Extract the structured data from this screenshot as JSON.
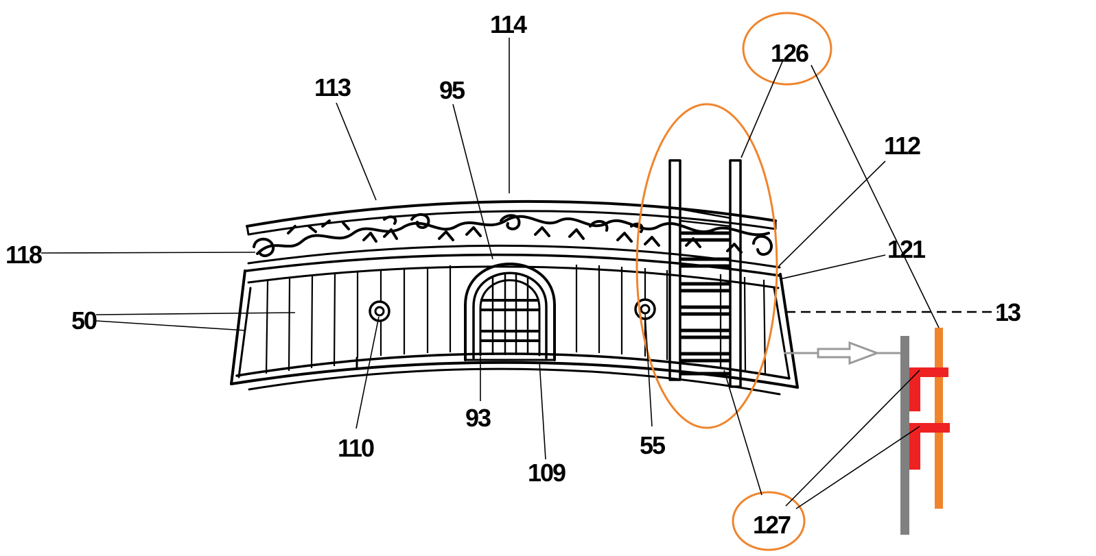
{
  "labels": {
    "n114": "114",
    "n113": "113",
    "n95": "95",
    "n126": "126",
    "n112": "112",
    "n118": "118",
    "n121": "121",
    "n50": "50",
    "n13": "13",
    "n110": "110",
    "n93": "93",
    "n109": "109",
    "n55": "55",
    "n127": "127"
  },
  "colors": {
    "ink": "#000000",
    "highlight_orange": "#f0842c",
    "bracket_red": "#ee2222",
    "wall_gray": "#808080",
    "arrow_gray": "#9a9a9a",
    "background": "#ffffff"
  }
}
